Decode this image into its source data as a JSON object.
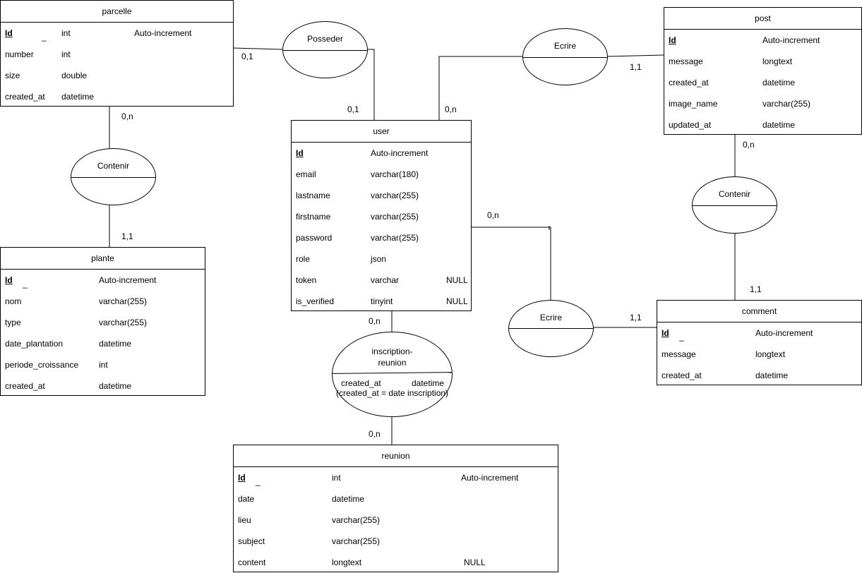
{
  "entities": {
    "parcelle": {
      "title": "parcelle",
      "rows": [
        {
          "name": "Id",
          "type": "int",
          "extra": "Auto-increment"
        },
        {
          "name": "number",
          "type": "int",
          "extra": ""
        },
        {
          "name": "size",
          "type": "double",
          "extra": ""
        },
        {
          "name": "created_at",
          "type": "datetime",
          "extra": ""
        }
      ]
    },
    "plante": {
      "title": "plante",
      "rows": [
        {
          "name": "Id",
          "type": "Auto-increment"
        },
        {
          "name": "nom",
          "type": "varchar(255)"
        },
        {
          "name": "type",
          "type": "varchar(255)"
        },
        {
          "name": "date_plantation",
          "type": "datetime"
        },
        {
          "name": "periode_croissance",
          "type": "int"
        },
        {
          "name": "created_at",
          "type": "datetime"
        }
      ]
    },
    "user": {
      "title": "user",
      "rows": [
        {
          "name": "Id",
          "type": "Auto-increment",
          "extra": ""
        },
        {
          "name": "email",
          "type": "varchar(180)",
          "extra": ""
        },
        {
          "name": "lastname",
          "type": "varchar(255)",
          "extra": ""
        },
        {
          "name": "firstname",
          "type": "varchar(255)",
          "extra": ""
        },
        {
          "name": "password",
          "type": "varchar(255)",
          "extra": ""
        },
        {
          "name": "role",
          "type": "json",
          "extra": ""
        },
        {
          "name": "token",
          "type": "varchar",
          "extra": "NULL"
        },
        {
          "name": "is_verified",
          "type": "tinyint",
          "extra": "NULL"
        }
      ]
    },
    "post": {
      "title": "post",
      "rows": [
        {
          "name": "Id",
          "type": "Auto-increment"
        },
        {
          "name": "message",
          "type": "longtext"
        },
        {
          "name": "created_at",
          "type": "datetime"
        },
        {
          "name": "image_name",
          "type": "varchar(255)"
        },
        {
          "name": "updated_at",
          "type": "datetime"
        }
      ]
    },
    "comment": {
      "title": "comment",
      "rows": [
        {
          "name": "Id",
          "type": "Auto-increment"
        },
        {
          "name": "message",
          "type": "longtext"
        },
        {
          "name": "created_at",
          "type": "datetime"
        }
      ]
    },
    "reunion": {
      "title": "reunion",
      "rows": [
        {
          "name": "Id",
          "type": "int",
          "extra": "Auto-increment"
        },
        {
          "name": "date",
          "type": "datetime",
          "extra": ""
        },
        {
          "name": "lieu",
          "type": "varchar(255)",
          "extra": ""
        },
        {
          "name": "subject",
          "type": "varchar(255)",
          "extra": ""
        },
        {
          "name": "content",
          "type": "longtext",
          "extra": "NULL"
        }
      ]
    }
  },
  "relations": {
    "posseder": {
      "name": "Posseder"
    },
    "contenir_parcelle_plante": {
      "name": "Contenir"
    },
    "ecrire_user_post": {
      "name": "Ecrire"
    },
    "contenir_post_comment": {
      "name": "Contenir"
    },
    "ecrire_user_comment": {
      "name": "Ecrire"
    },
    "inscription_reunion": {
      "name_line1": "inscription-",
      "name_line2": "reunion",
      "attr_name": "created_at",
      "attr_type": "datetime",
      "note": "(created_at = date inscription)"
    }
  },
  "cardinalities": {
    "parcelle_posseder": "0,1",
    "user_posseder": "0,1",
    "parcelle_contenir": "0,n",
    "plante_contenir": "1,1",
    "user_ecrire_post": "0,n",
    "post_ecrire": "1,1",
    "post_contenir": "0,n",
    "comment_contenir": "1,1",
    "user_ecrire_comment": "0,n",
    "comment_ecrire": "1,1",
    "user_inscription": "0,n",
    "reunion_inscription": "0,n"
  }
}
